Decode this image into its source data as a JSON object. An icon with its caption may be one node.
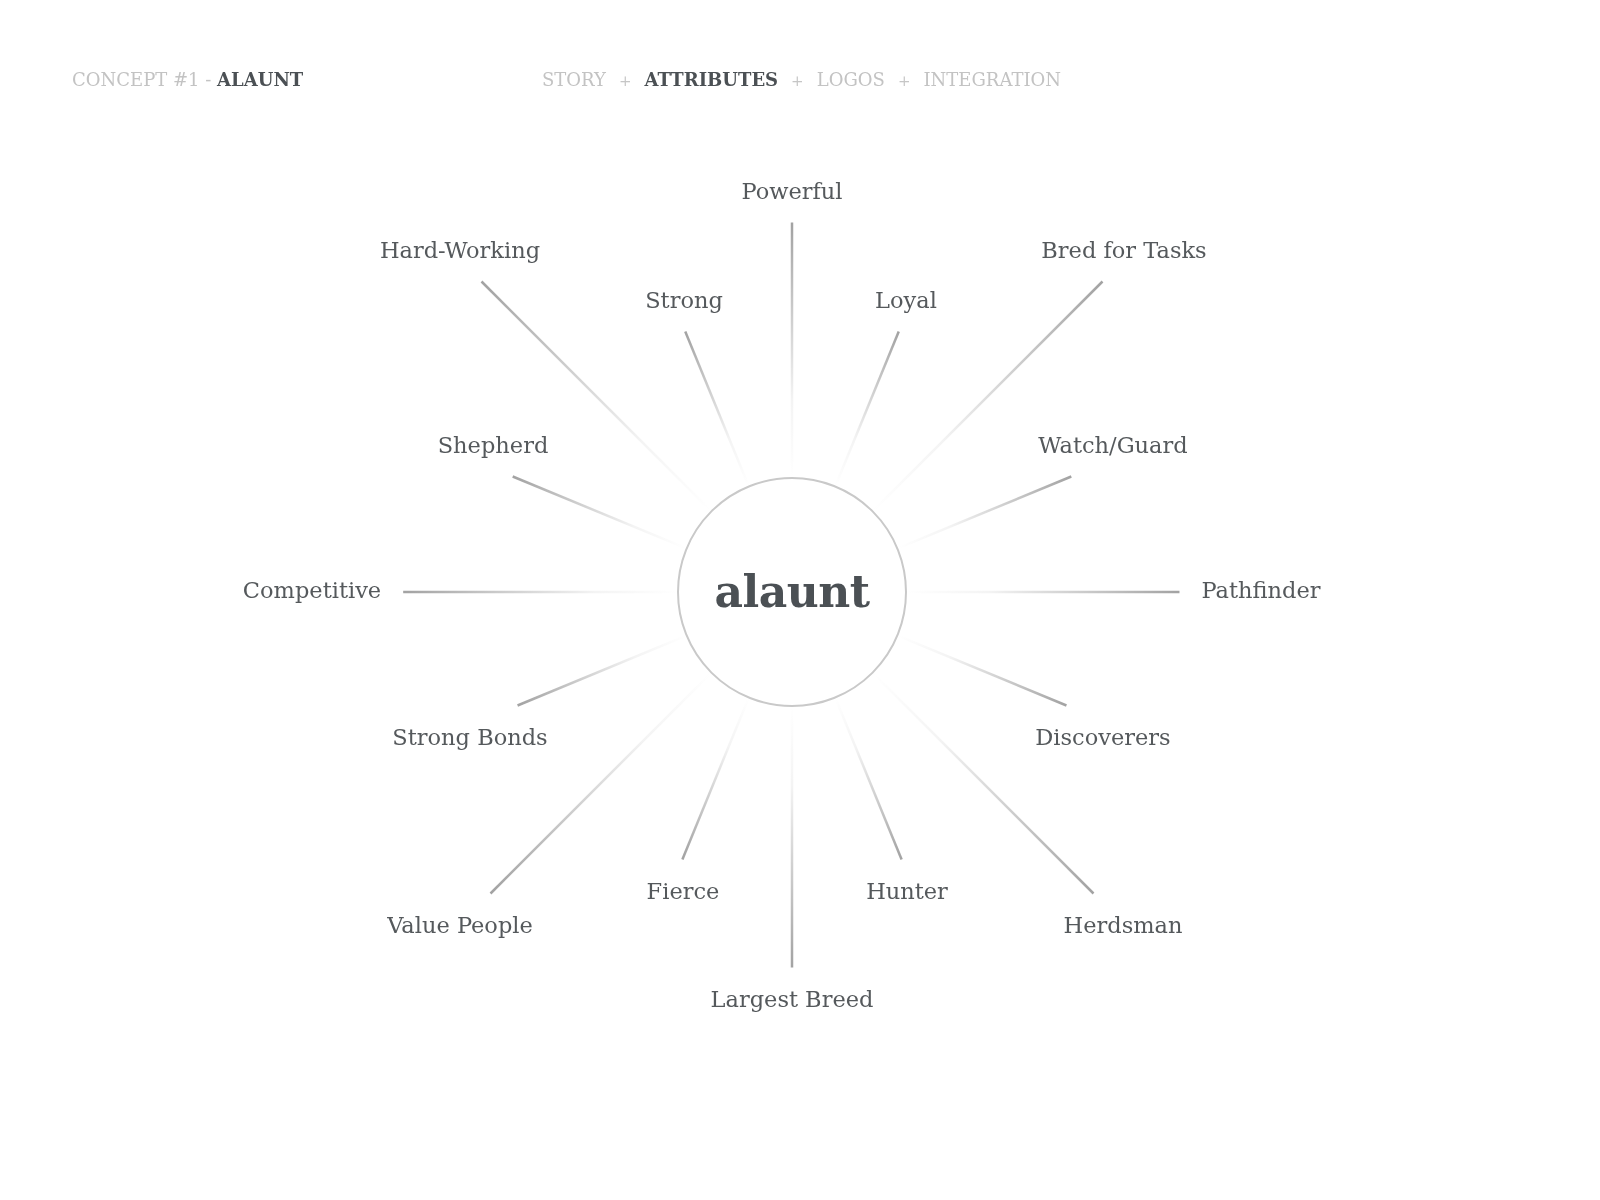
{
  "diagram": {
    "title": "CONCEPT #1 - **ALAUNT**",
    "nodes": [
      {
        "text": [
          "alaunt"
        ]
      },
      {
        "text": [
          "Powerful"
        ]
      },
      {
        "text": [
          "Hard-Working"
        ]
      },
      {
        "text": [
          "Bred for Tasks"
        ]
      },
      {
        "text": [
          "Strong"
        ]
      },
      {
        "text": [
          "Loyal"
        ]
      },
      {
        "text": [
          "Shepherd"
        ]
      },
      {
        "text": [
          "Watch/Guard"
        ]
      },
      {
        "text": [
          "Competitive"
        ]
      },
      {
        "text": [
          "Pathfinder"
        ]
      },
      {
        "text": [
          "Strong Bonds"
        ]
      },
      {
        "text": [
          "Discoverers"
        ]
      },
      {
        "text": [
          "Fierce"
        ]
      },
      {
        "text": [
          "Hunter"
        ]
      },
      {
        "text": [
          "Value People"
        ]
      },
      {
        "text": [
          "Herdsman"
        ]
      },
      {
        "text": [
          "Largest Breed"
        ]
      }
    ],
    "edges": [
      {
        "from": 0,
        "to": 1,
        "arrow": "none"
      },
      {
        "from": 0,
        "to": 2,
        "arrow": "none"
      },
      {
        "from": 0,
        "to": 3,
        "arrow": "none"
      },
      {
        "from": 0,
        "to": 4,
        "arrow": "none"
      },
      {
        "from": 0,
        "to": 5,
        "arrow": "none"
      },
      {
        "from": 0,
        "to": 6,
        "arrow": "none"
      },
      {
        "from": 0,
        "to": 7,
        "arrow": "none"
      },
      {
        "from": 0,
        "to": 8,
        "arrow": "none"
      },
      {
        "from": 0,
        "to": 9,
        "arrow": "none"
      },
      {
        "from": 0,
        "to": 10,
        "arrow": "none"
      },
      {
        "from": 0,
        "to": 11,
        "arrow": "none"
      },
      {
        "from": 0,
        "to": 12,
        "arrow": "none"
      },
      {
        "from": 0,
        "to": 13,
        "arrow": "none"
      },
      {
        "from": 0,
        "to": 14,
        "arrow": "none"
      },
      {
        "from": 0,
        "to": 15,
        "arrow": "none"
      },
      {
        "from": 0,
        "to": 16,
        "arrow": "none"
      }
    ],
    "labels": [
      "STORY",
      "+",
      "ATTRIBUTES",
      "+",
      "LOGOS",
      "+",
      "INTEGRATION"
    ]
  }
}
